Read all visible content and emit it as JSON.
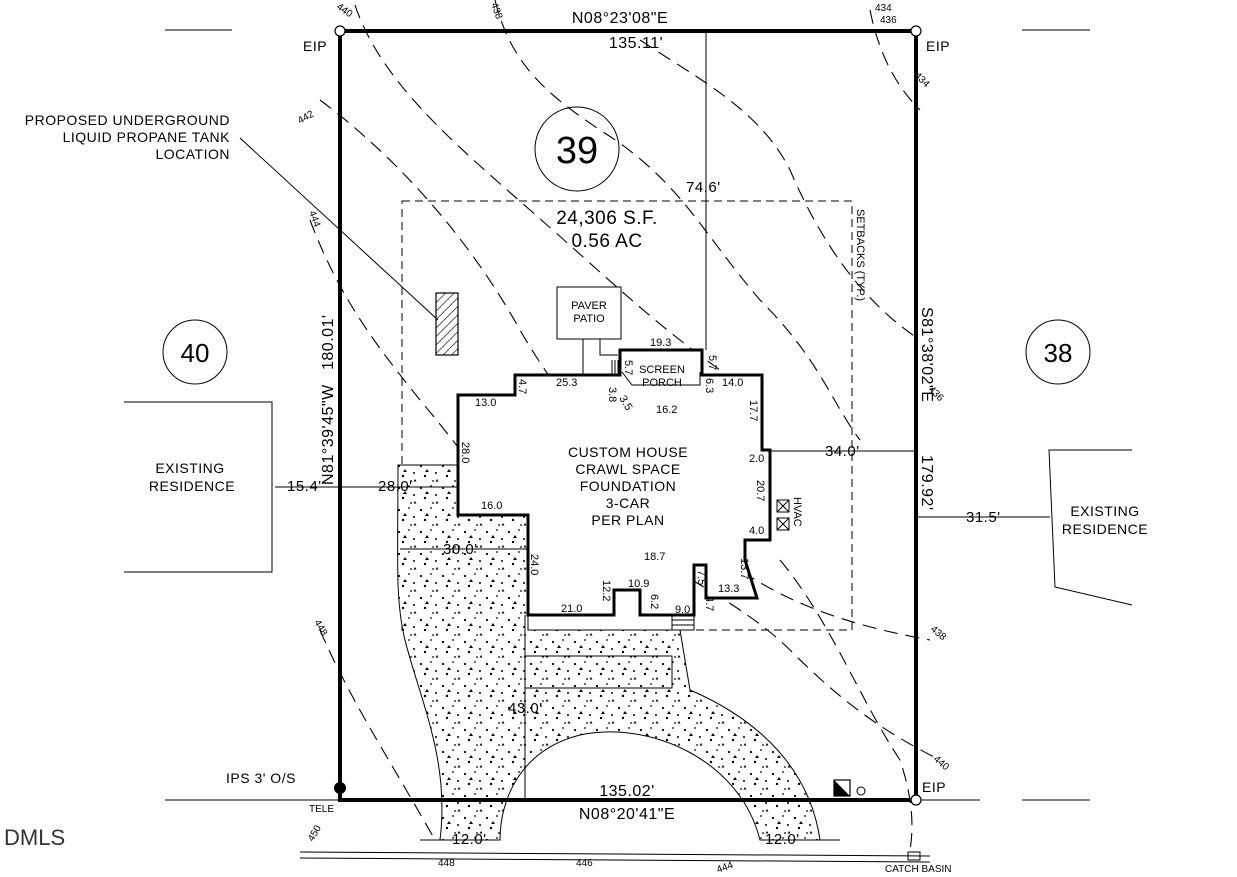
{
  "lot": {
    "number": "39",
    "area_sf": "24,306 S.F.",
    "area_ac": "0.56 AC"
  },
  "neighbors": {
    "left_lot": "40",
    "right_lot": "38",
    "left_residence": [
      "EXISTING",
      "RESIDENCE"
    ],
    "right_residence": [
      "EXISTING",
      "RESIDENCE"
    ]
  },
  "bearings": {
    "top": "N08°23'08\"E",
    "top_length": "135.11'",
    "bottom": "N08°20'41\"E",
    "bottom_length": "135.02'",
    "left": "N81°39'45\"W",
    "left_length": "180.01'",
    "right": "S81°38'02\"E",
    "right_length": "179.92'"
  },
  "markers": {
    "eip": "EIP",
    "ips": "IPS 3' O/S",
    "tele": "TELE",
    "catch_basin": "CATCH BASIN",
    "setbacks": "SETBACKS (TYP.)"
  },
  "tank_note": [
    "PROPOSED UNDERGROUND",
    "LIQUID PROPANE TANK",
    "LOCATION"
  ],
  "house": [
    "CUSTOM HOUSE",
    "CRAWL SPACE",
    "FOUNDATION",
    "3-CAR",
    "PER PLAN"
  ],
  "patio": [
    "PAVER",
    "PATIO"
  ],
  "porch": [
    "SCREEN",
    "PORCH"
  ],
  "hvac": "HVAC",
  "setback_dims": {
    "front": "74.6'",
    "right": "34.0'",
    "left_house": "28.0'",
    "drive": "30.0'",
    "driveway_len": "43.0'",
    "left_res": "15.4'",
    "right_res": "31.5'",
    "apron_left": "12.0'",
    "apron_right": "12.0'"
  },
  "house_dims": [
    "19.3",
    "5.7",
    "5.7",
    "25.3",
    "3.8",
    "3.5",
    "6.3",
    "14.0",
    "16.2",
    "4.7",
    "13.0",
    "28.0",
    "17.7",
    "2.0",
    "20.7",
    "16.0",
    "4.0",
    "13.7",
    "24.0",
    "18.7",
    "12.2",
    "10.9",
    "7.5",
    "13.3",
    "21.0",
    "6.2",
    "9.0",
    "4.7"
  ],
  "contours": [
    "440",
    "438",
    "434",
    "436",
    "434",
    "442",
    "444",
    "436",
    "438",
    "448",
    "440",
    "450",
    "448",
    "446",
    "444"
  ],
  "watermark": "DMLS"
}
